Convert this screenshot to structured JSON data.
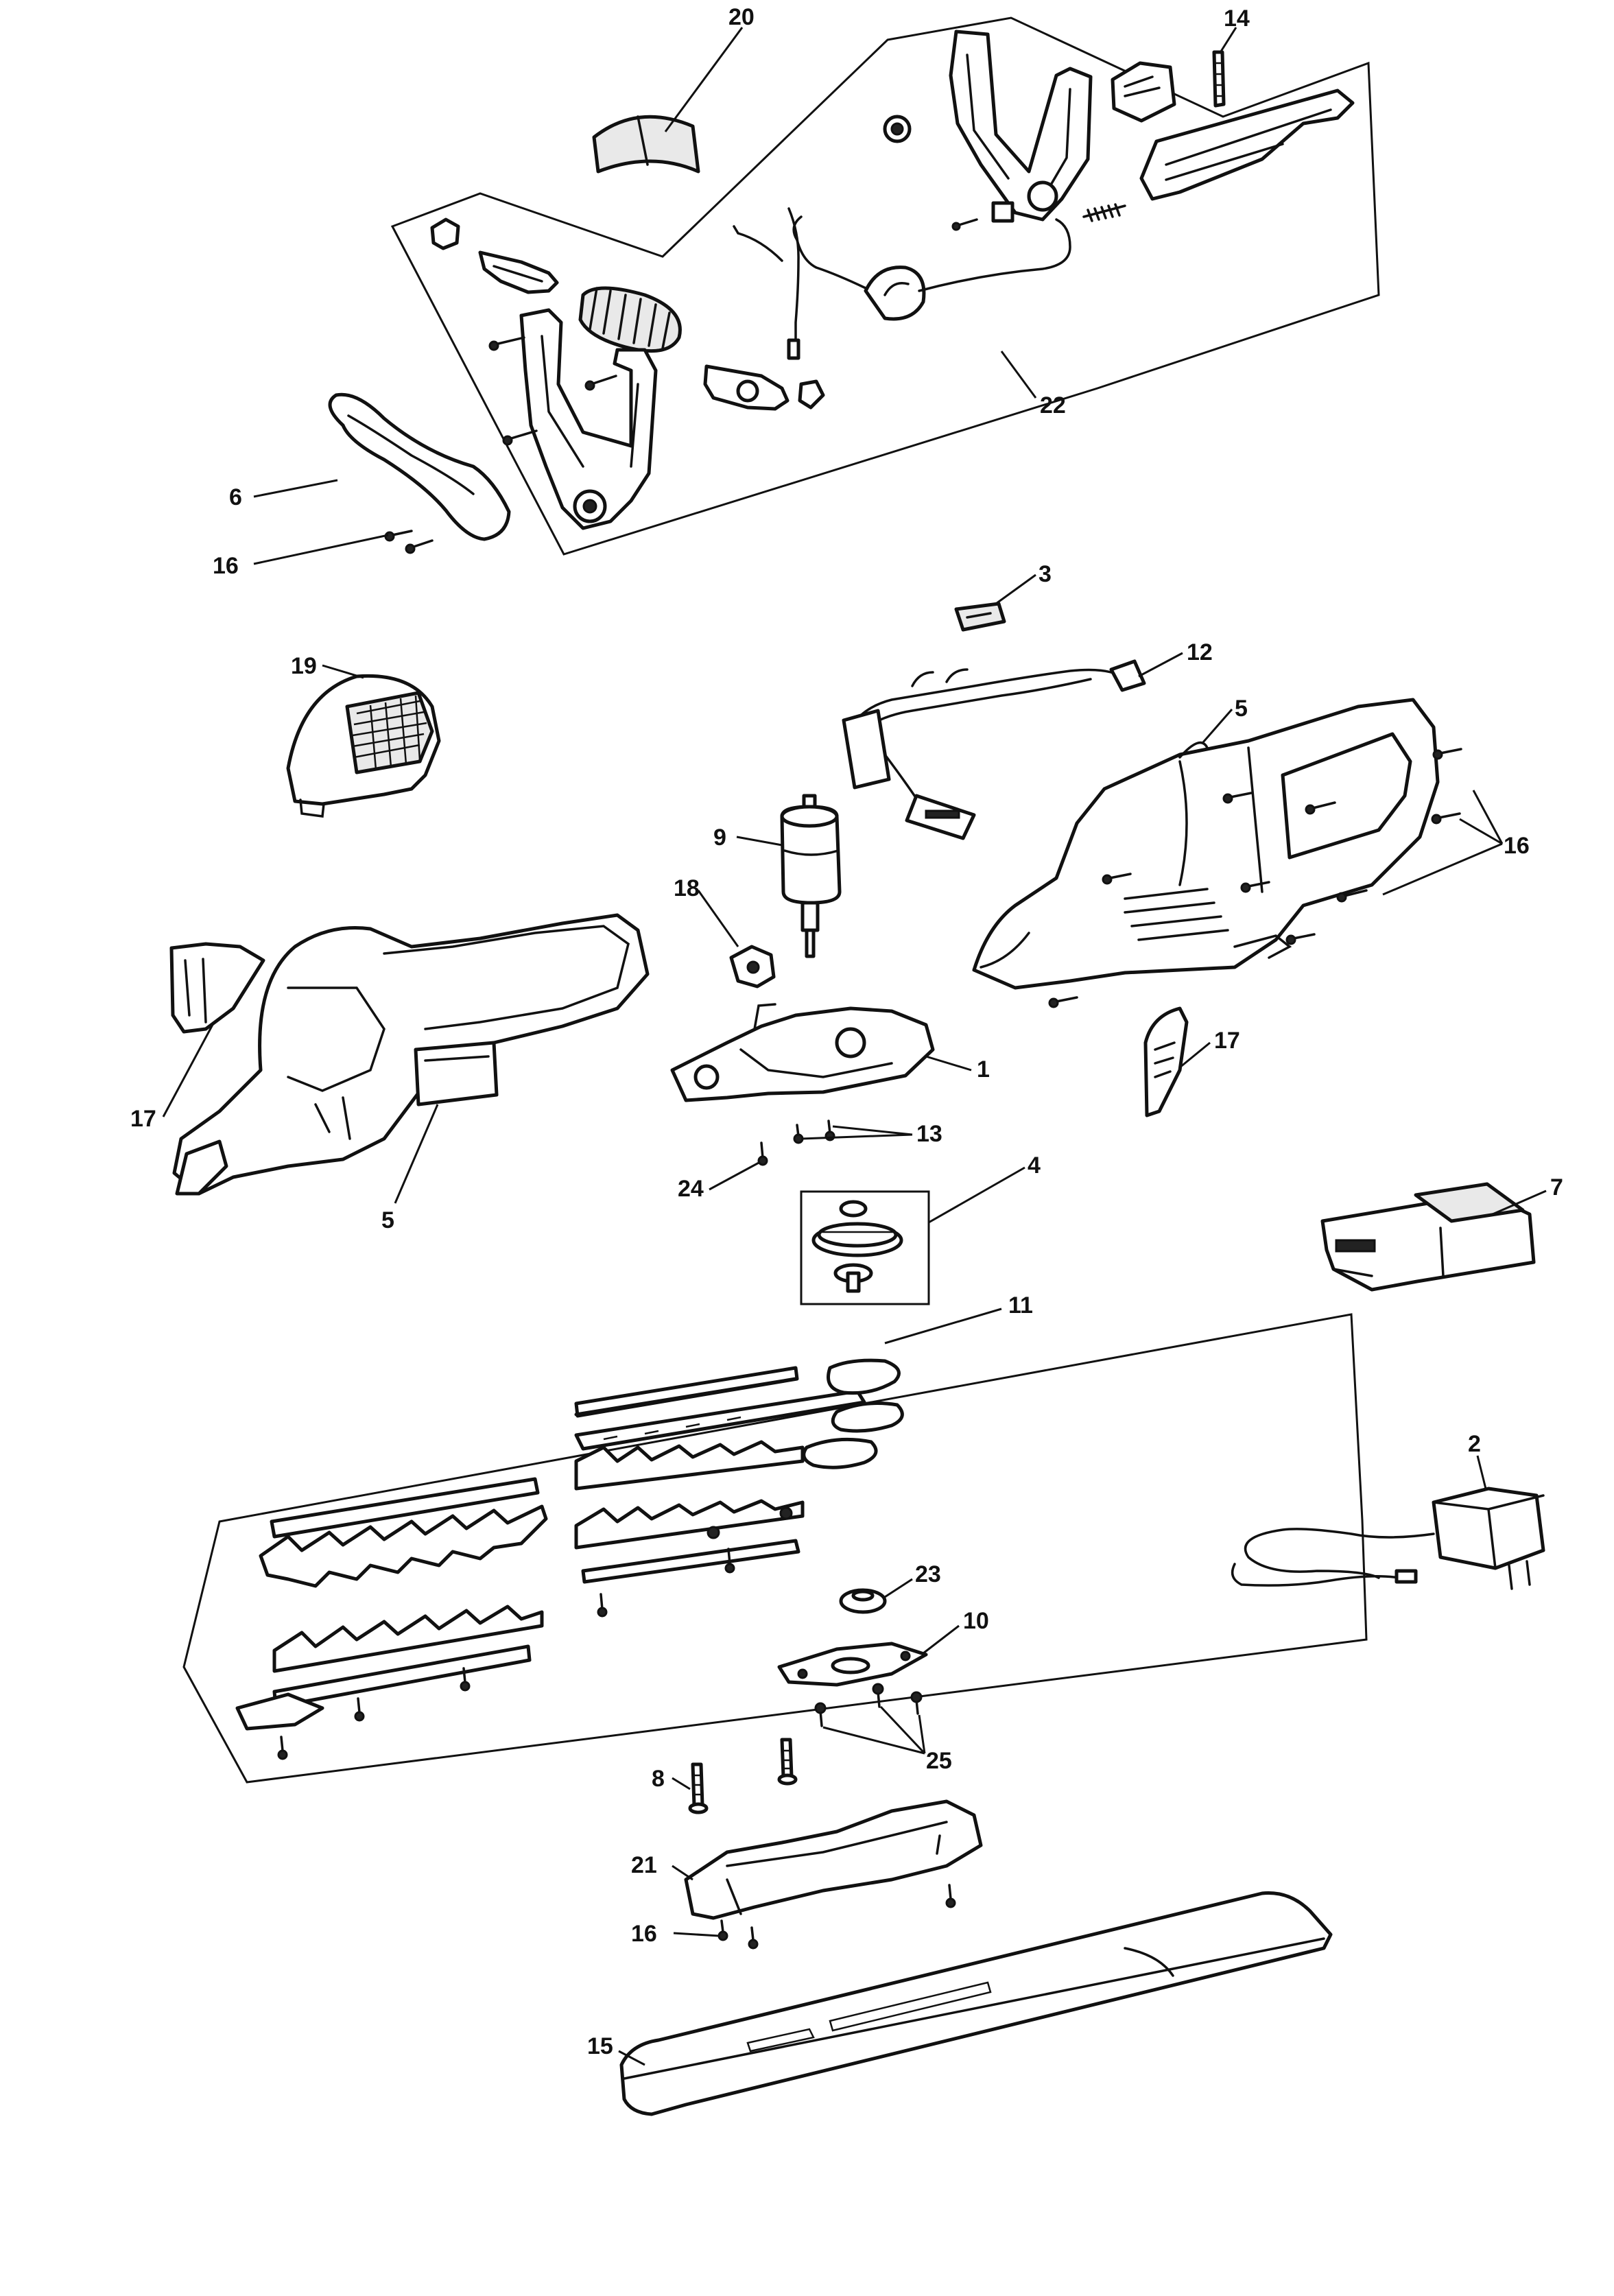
{
  "callouts": [
    {
      "id": "c20",
      "label": "20"
    },
    {
      "id": "c14",
      "label": "14"
    },
    {
      "id": "c22",
      "label": "22"
    },
    {
      "id": "c6",
      "label": "6"
    },
    {
      "id": "c16a",
      "label": "16"
    },
    {
      "id": "c3",
      "label": "3"
    },
    {
      "id": "c12",
      "label": "12"
    },
    {
      "id": "c19",
      "label": "19"
    },
    {
      "id": "c5a",
      "label": "5"
    },
    {
      "id": "c16b",
      "label": "16"
    },
    {
      "id": "c9",
      "label": "9"
    },
    {
      "id": "c18",
      "label": "18"
    },
    {
      "id": "c1",
      "label": "1"
    },
    {
      "id": "c17a",
      "label": "17"
    },
    {
      "id": "c17b",
      "label": "17"
    },
    {
      "id": "c13",
      "label": "13"
    },
    {
      "id": "c24",
      "label": "24"
    },
    {
      "id": "c4",
      "label": "4"
    },
    {
      "id": "c5b",
      "label": "5"
    },
    {
      "id": "c7",
      "label": "7"
    },
    {
      "id": "c11",
      "label": "11"
    },
    {
      "id": "c2",
      "label": "2"
    },
    {
      "id": "c23",
      "label": "23"
    },
    {
      "id": "c10",
      "label": "10"
    },
    {
      "id": "c25",
      "label": "25"
    },
    {
      "id": "c8",
      "label": "8"
    },
    {
      "id": "c21",
      "label": "21"
    },
    {
      "id": "c16c",
      "label": "16"
    },
    {
      "id": "c15",
      "label": "15"
    }
  ]
}
